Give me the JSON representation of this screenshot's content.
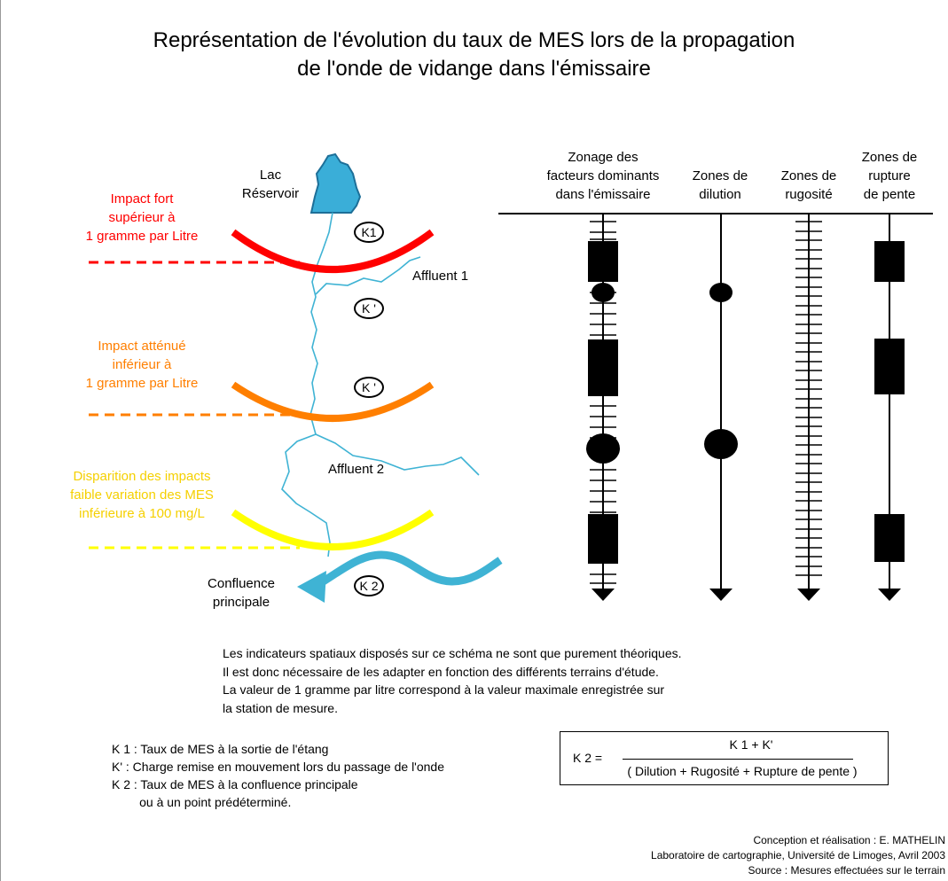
{
  "title": {
    "line1": "Représentation de l'évolution du taux de MES lors de la propagation",
    "line2": "de l'onde de vidange dans l'émissaire"
  },
  "columns": [
    {
      "lines": [
        "Zonage des",
        "facteurs dominants",
        "dans l'émissaire"
      ]
    },
    {
      "lines": [
        "Zones de",
        "dilution"
      ]
    },
    {
      "lines": [
        "Zones de",
        "rugosité"
      ]
    },
    {
      "lines": [
        "Zones de",
        "rupture",
        "de pente"
      ]
    }
  ],
  "impact_levels": [
    {
      "lines": [
        "Impact  fort",
        "supérieur à",
        "1 gramme par Litre"
      ],
      "color": "#ff0000"
    },
    {
      "lines": [
        "Impact atténué",
        "inférieur à",
        "1 gramme par Litre"
      ],
      "color": "#ff7f00"
    },
    {
      "lines": [
        "Disparition des impacts",
        "faible variation des MES",
        "inférieure à 100 mg/L"
      ],
      "color": "#f5d000"
    }
  ],
  "labels": {
    "lake": [
      "Lac",
      "Réservoir"
    ],
    "affluent1": "Affluent 1",
    "affluent2": "Affluent 2",
    "confluence": [
      "Confluence",
      "principale"
    ]
  },
  "badges": {
    "k1": "K1",
    "kprime_1": "K '",
    "kprime_2": "K '",
    "k2": "K 2"
  },
  "colors": {
    "river": "#3fb3d4",
    "lake": "#3aaed8",
    "curve_fort": "#ff0000",
    "curve_attenue": "#ff7f00",
    "curve_disparition": "#ffff00"
  },
  "note": [
    "Les indicateurs spatiaux disposés sur ce schéma ne sont que purement théoriques.",
    "Il est donc nécessaire de les adapter en fonction des différents terrains d'étude.",
    "La valeur de 1 gramme par litre correspond  à la valeur maximale enregistrée sur",
    "la station de mesure."
  ],
  "legend": [
    "K 1 : Taux de MES à la sortie de l'étang",
    "K' : Charge remise en mouvement lors du passage de l'onde",
    "K 2 : Taux de MES à la confluence principale",
    "        ou à un point prédéterminé."
  ],
  "formula": {
    "lhs": "K 2 =",
    "numerator": "K 1 + K'",
    "denominator": "( Dilution + Rugosité + Rupture de pente )"
  },
  "credits": [
    "Conception et réalisation : E. MATHELIN",
    "Laboratoire de cartographie, Université de Limoges, Avril 2003",
    "Source : Mesures effectuées sur le terrain"
  ]
}
